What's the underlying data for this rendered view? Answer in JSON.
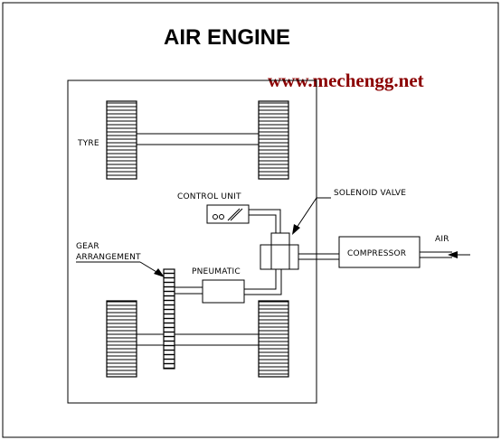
{
  "title": "AIR ENGINE",
  "website": "www.mechengg.net",
  "labels": {
    "tyre": "TYRE",
    "control_unit": "CONTROL UNIT",
    "solenoid_valve": "SOLENOID VALVE",
    "gear_line1": "GEAR",
    "gear_line2": "ARRANGEMENT",
    "pneumatic": "PNEUMATIC",
    "compressor": "COMPRESSOR",
    "air": "AIR"
  },
  "colors": {
    "ink": "#000000",
    "website": "#8b0000",
    "background": "#ffffff"
  }
}
